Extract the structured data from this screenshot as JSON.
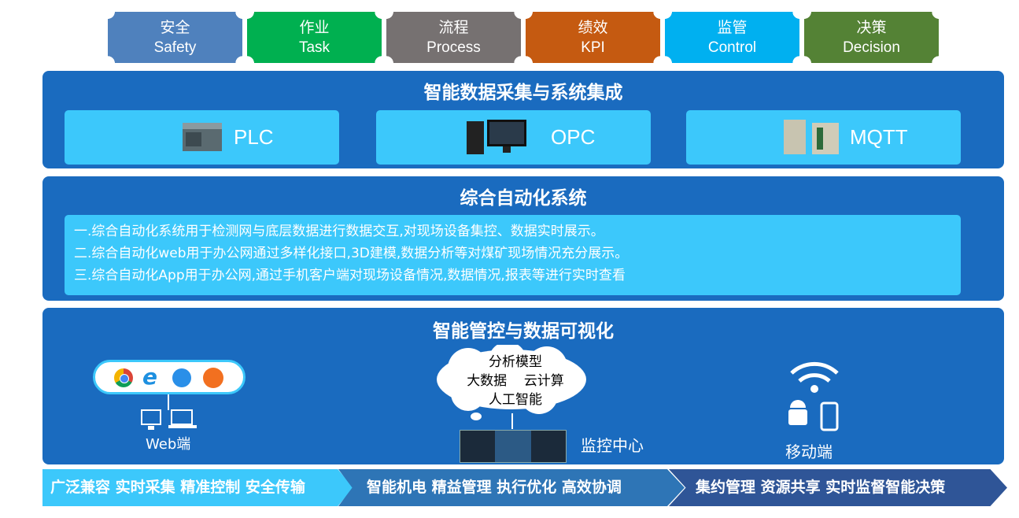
{
  "tiles": [
    {
      "cn": "安全",
      "en": "Safety",
      "color": "#4f81bd"
    },
    {
      "cn": "作业",
      "en": "Task",
      "color": "#00b050"
    },
    {
      "cn": "流程",
      "en": "Process",
      "color": "#767171"
    },
    {
      "cn": "绩效",
      "en": "KPI",
      "color": "#c55a11"
    },
    {
      "cn": "监管",
      "en": "Control",
      "color": "#00b0f0"
    },
    {
      "cn": "决策",
      "en": "Decision",
      "color": "#548235"
    }
  ],
  "section1": {
    "title": "智能数据采集与系统集成",
    "devices": [
      "PLC",
      "OPC",
      "MQTT"
    ]
  },
  "section2": {
    "title": "综合自动化系统",
    "lines": [
      "一.综合自动化系统用于检测网与底层数据进行数据交互,对现场设备集控、数据实时展示。",
      "二.综合自动化web用于办公网通过多样化接口,3D建模,数据分析等对煤矿现场情况充分展示。",
      "三.综合自动化App用于办公网,通过手机客户端对现场设备情况,数据情况,报表等进行实时查看"
    ]
  },
  "section3": {
    "title": "智能管控与数据可视化",
    "web_label": "Web端",
    "cloud": [
      "分析模型",
      "大数据",
      "云计算",
      "人工智能"
    ],
    "monitor_label": "监控中心",
    "mobile_label": "移动端"
  },
  "banner": [
    "广泛兼容 实时采集 精准控制 安全传输",
    "智能机电 精益管理 执行优化 高效协调",
    "集约管理 资源共享 实时监督智能决策"
  ]
}
